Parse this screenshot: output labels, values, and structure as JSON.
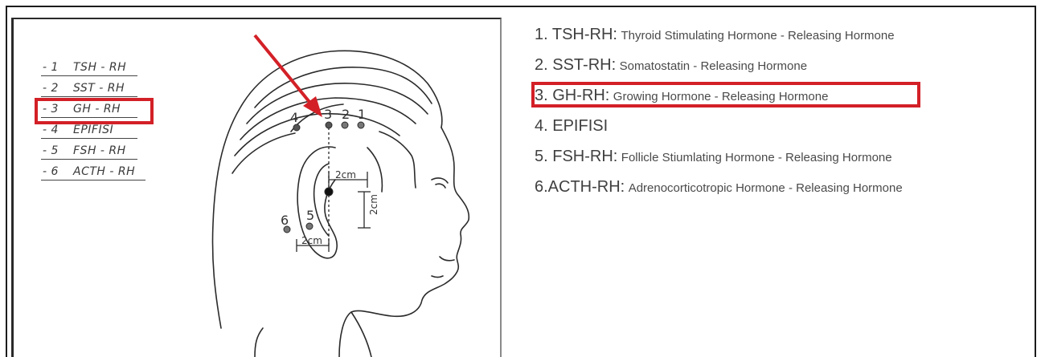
{
  "figure": {
    "legend": [
      {
        "num": "- 1",
        "label": "TSH - RH"
      },
      {
        "num": "- 2",
        "label": "SST - RH"
      },
      {
        "num": "- 3",
        "label": "GH - RH"
      },
      {
        "num": "- 4",
        "label": "EPIFISI"
      },
      {
        "num": "- 5",
        "label": "FSH - RH"
      },
      {
        "num": "- 6",
        "label": "ACTH - RH"
      }
    ],
    "point_labels": [
      "1",
      "2",
      "3",
      "4",
      "5",
      "6"
    ],
    "measure_labels": [
      "2cm",
      "2cm",
      "2cm"
    ],
    "highlight_color": "#d32027",
    "arrow_color": "#d32027"
  },
  "hormone_list": [
    {
      "code": "1. TSH-RH:",
      "desc": "Thyroid Stimulating Hormone - Releasing Hormone"
    },
    {
      "code": "2. SST-RH:",
      "desc": "Somatostatin - Releasing Hormone"
    },
    {
      "code": "3. GH-RH:",
      "desc": "Growing Hormone - Releasing Hormone"
    },
    {
      "code": "4. EPIFISI",
      "desc": ""
    },
    {
      "code": "5. FSH-RH:",
      "desc": "Follicle Stiumlating Hormone - Releasing Hormone"
    },
    {
      "code": "6.ACTH-RH:",
      "desc": "Adrenocorticotropic Hormone - Releasing Hormone"
    }
  ],
  "highlighted_item": 3
}
